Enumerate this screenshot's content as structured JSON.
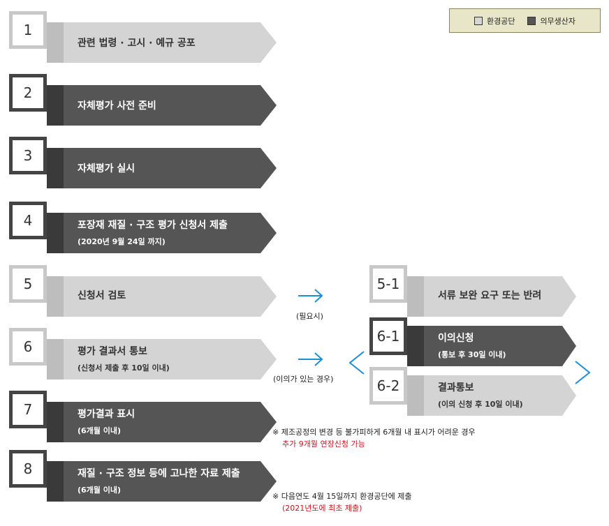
{
  "legend": {
    "light_label": "환경공단",
    "dark_label": "의무생산자",
    "light_color": "#d4d4d4",
    "dark_color": "#555555"
  },
  "steps": [
    {
      "num": "1",
      "title": "관련 법령 · 고시 · 예규 공포",
      "sub": "",
      "tone": "light"
    },
    {
      "num": "2",
      "title": "자체평가 사전 준비",
      "sub": "",
      "tone": "dark"
    },
    {
      "num": "3",
      "title": "자체평가 실시",
      "sub": "",
      "tone": "dark"
    },
    {
      "num": "4",
      "title": "포장재 재질 · 구조 평가 신청서 제출",
      "sub": "(2020년 9월 24일 까지)",
      "tone": "dark"
    },
    {
      "num": "5",
      "title": "신청서 검토",
      "sub": "",
      "tone": "light"
    },
    {
      "num": "6",
      "title": "평가 결과서 통보",
      "sub": "(신청서 제출 후 10일 이내)",
      "tone": "light"
    },
    {
      "num": "7",
      "title": "평가결과 표시",
      "sub": "(6개월 이내)",
      "tone": "dark"
    },
    {
      "num": "8",
      "title": "재질 · 구조 정보 등에 고나한 자료 제출",
      "sub": "(6개월 이내)",
      "tone": "dark"
    }
  ],
  "branches": [
    {
      "num": "5-1",
      "title": "서류 보완 요구 또는 반려",
      "sub": "",
      "tone": "light"
    },
    {
      "num": "6-1",
      "title": "이의신청",
      "sub": "(통보 후 30일 이내)",
      "tone": "dark"
    },
    {
      "num": "6-2",
      "title": "결과통보",
      "sub": "(이의 신청 후 10일 이내)",
      "tone": "light"
    }
  ],
  "conditions": {
    "if_needed": "(필요시)",
    "if_objection": "(이의가 있는 경우)"
  },
  "notes": {
    "note7_main": "※ 제조공정의 변경 등 불가피하게 6개월 내 표시가 어려운 경우",
    "note7_red": "추가 9개월 연장신청 가능",
    "note8_main": "※ 다음연도 4월 15일까지 환경공단에 제출",
    "note8_red": "(2021년도에 최초 제출)"
  }
}
